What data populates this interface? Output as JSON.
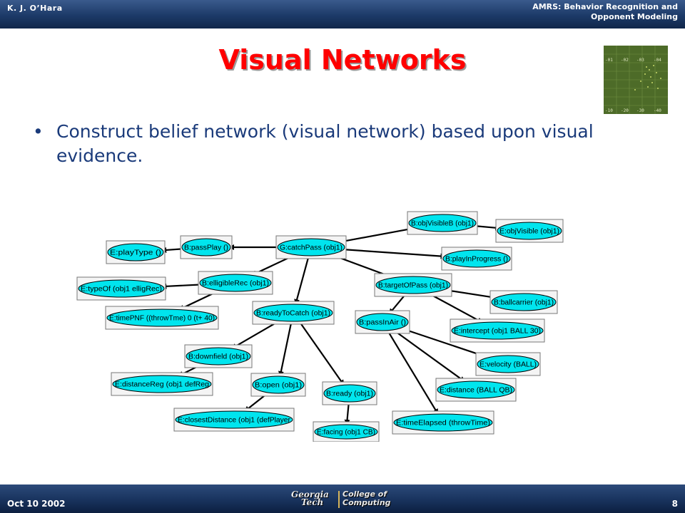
{
  "header": {
    "author": "K. J. O’Hara",
    "title_line1": "AMRS: Behavior Recognition and",
    "title_line2": "Opponent Modeling"
  },
  "footer": {
    "date": "Oct 10 2002",
    "page": "8",
    "logo_line1": "Georgia",
    "logo_line2": "Tech",
    "logo_line3": "College of",
    "logo_line4": "Computing"
  },
  "slide": {
    "title": "Visual Networks",
    "bullet_marker": "•",
    "bullet_text": "Construct belief network (visual network) based upon visual evidence."
  },
  "thumbnail": {
    "labels": [
      "-01",
      "-02",
      "-03",
      "-04",
      "-10",
      "-20",
      "-30",
      "-40"
    ]
  },
  "network": {
    "node_fill": "#00e5ee",
    "nodes": [
      {
        "id": "catchPass",
        "label": "G:catchPass (obj1)"
      },
      {
        "id": "passPlay",
        "label": "B:passPlay ()"
      },
      {
        "id": "playType",
        "label": "E:playType ()"
      },
      {
        "id": "objVisibleB",
        "label": "B:objVisibleB (obj1)"
      },
      {
        "id": "objVisibleE",
        "label": "E:objVisible (obj1)"
      },
      {
        "id": "playInProgress",
        "label": "B:playInProgress ()"
      },
      {
        "id": "eligibleRec",
        "label": "B:elligibleRec (obj1)"
      },
      {
        "id": "typeOf",
        "label": "E:typeOf (obj1 elligRec)"
      },
      {
        "id": "timePNF",
        "label": "E:timePNF ((throwTme) 0 (t+ 40)"
      },
      {
        "id": "targetOfPass",
        "label": "B:targetOfPass (obj1)"
      },
      {
        "id": "ballcarrier",
        "label": "B:ballcarrier (obj1)"
      },
      {
        "id": "readyToCatch",
        "label": "B:readyToCatch (obj1)"
      },
      {
        "id": "passInAir",
        "label": "B:passInAir ()"
      },
      {
        "id": "intercept",
        "label": "E:intercept (obj1 BALL 30)"
      },
      {
        "id": "downfield",
        "label": "B:downfield (obj1)"
      },
      {
        "id": "velocity",
        "label": "E:velocity (BALL)"
      },
      {
        "id": "distanceReg",
        "label": "E:distanceReg (obj1 defReg"
      },
      {
        "id": "open",
        "label": "B:open (obj1)"
      },
      {
        "id": "ready",
        "label": "B:ready (obj1)"
      },
      {
        "id": "distanceBall",
        "label": "E:distance (BALL QB)"
      },
      {
        "id": "closestDistance",
        "label": "E:closestDistance (obj1 (defPlayer"
      },
      {
        "id": "facing",
        "label": "E:facing (obj1 CB)"
      },
      {
        "id": "timeElapsed",
        "label": "E:timeElapsed (throwTime)"
      }
    ]
  }
}
